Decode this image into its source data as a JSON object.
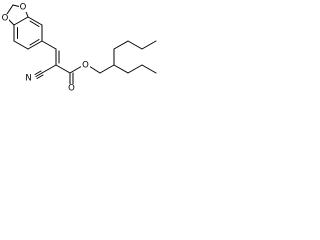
{
  "structure": {
    "atoms": {
      "o_top": "O",
      "o_bottom": "O",
      "nitrile_n": "N",
      "carbonyl_o": "O",
      "ester_o": "O"
    },
    "colors": {
      "bond": "#000000",
      "label": "#000000",
      "background": "#ffffff"
    }
  }
}
